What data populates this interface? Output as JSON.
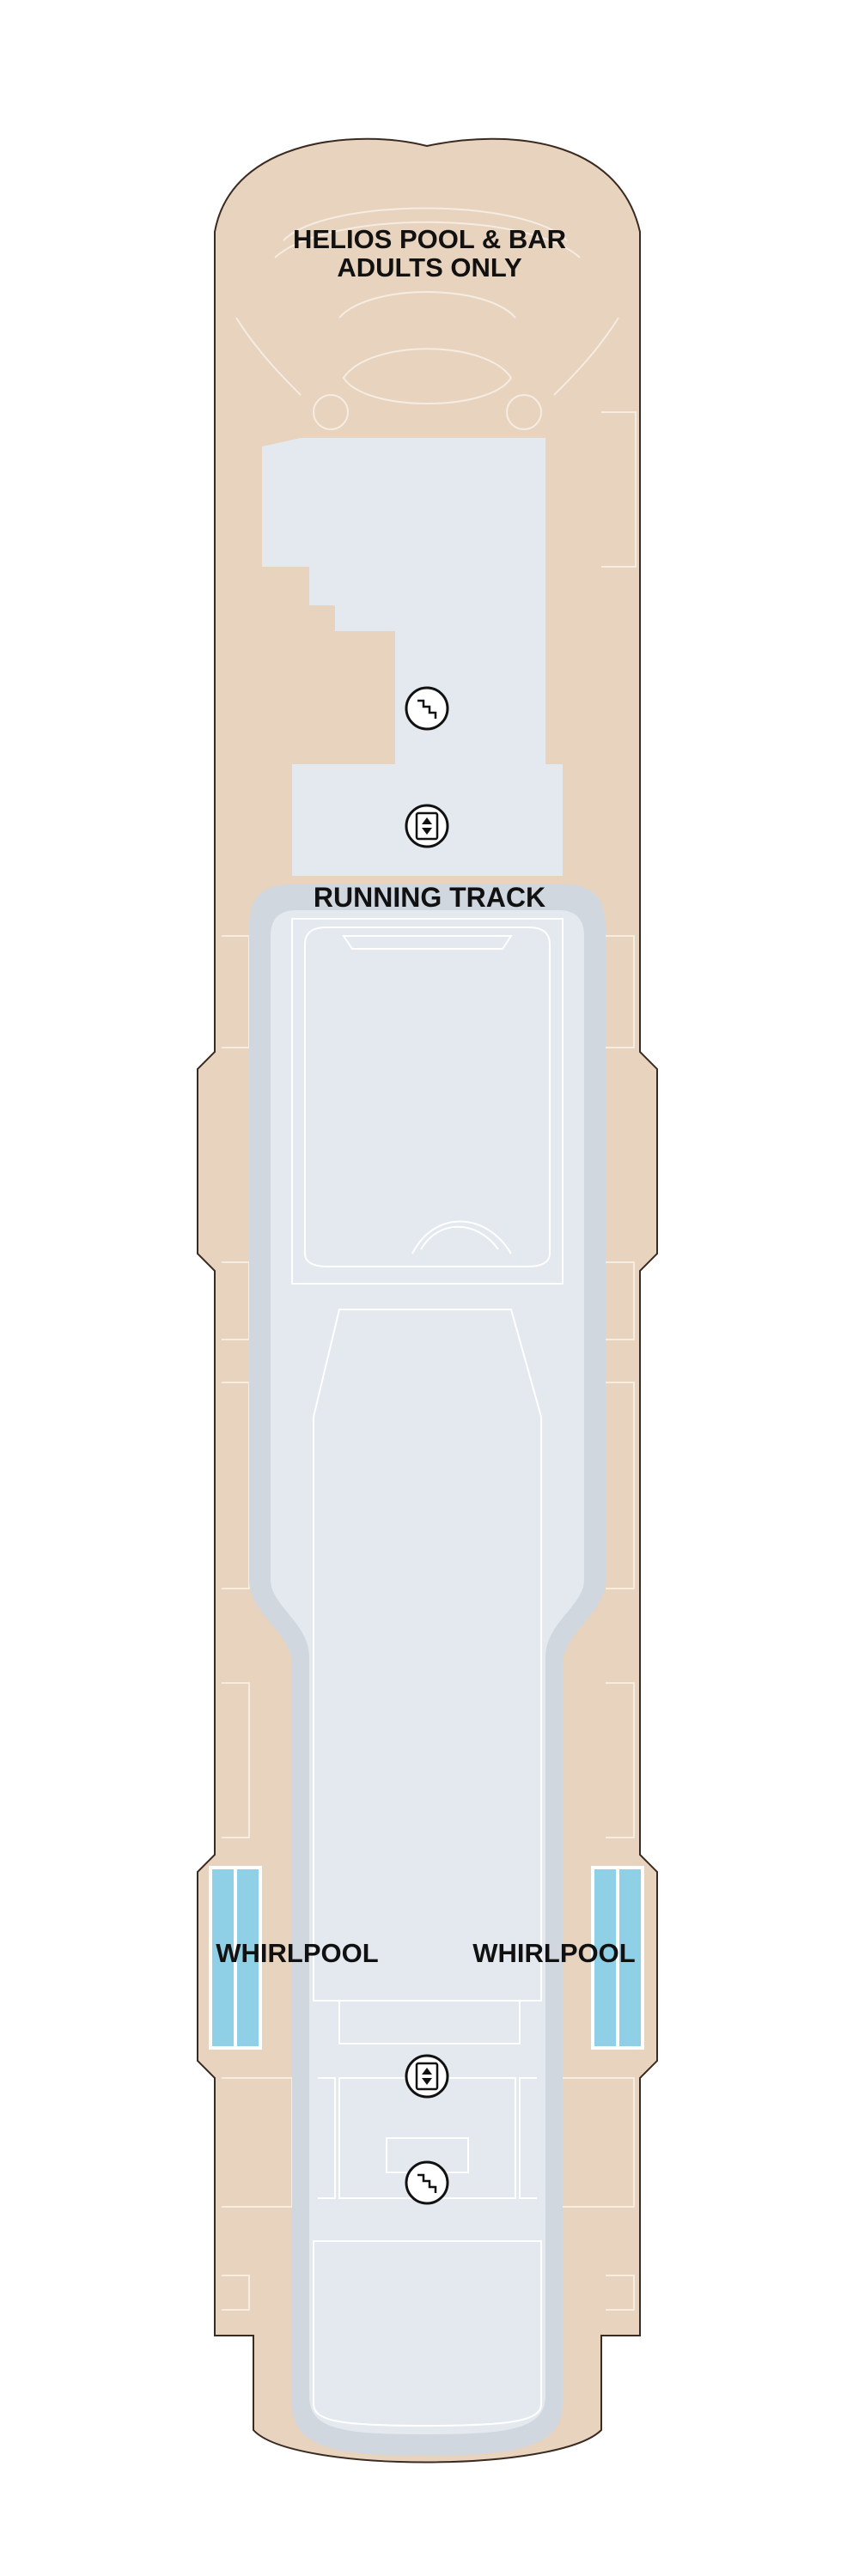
{
  "labels": {
    "pool_title": "HELIOS POOL & BAR",
    "pool_subtitle": "ADULTS ONLY",
    "running_track": "RUNNING TRACK",
    "whirlpool_port": "WHIRLPOOL",
    "whirlpool_starboard": "WHIRLPOOL"
  },
  "icons": [
    "stairs-icon",
    "elevator-icon",
    "elevator-icon",
    "stairs-icon"
  ],
  "colors": {
    "deck": "#e8d3bf",
    "hull_outline": "#3a2a20",
    "interior": "#e3e9ef",
    "track": "#d0d7de",
    "whirlpool": "#8fd0e6",
    "furniture": "#f5ece2"
  }
}
